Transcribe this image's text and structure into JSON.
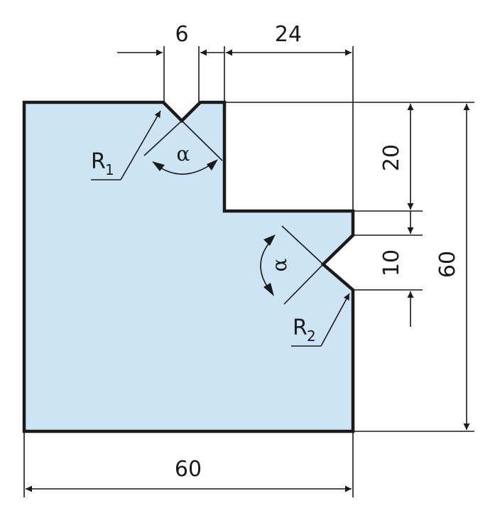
{
  "diagram": {
    "fill_color": "#cde4f5",
    "outline_color": "#1a1a1a",
    "dimensions": {
      "notch_width": "6",
      "step_width": "24",
      "step_height": "20",
      "side_notch_height": "10",
      "overall_height": "60",
      "overall_width": "60"
    },
    "labels": {
      "r1_main": "R",
      "r1_sub": "1",
      "r2_main": "R",
      "r2_sub": "2",
      "angle_top": "α",
      "angle_side": "α"
    }
  }
}
